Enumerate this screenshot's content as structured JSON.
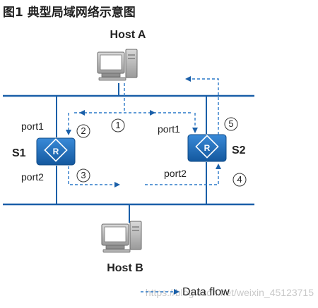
{
  "figure": {
    "title": "图1 典型局域网络示意图"
  },
  "hosts": {
    "host_a": "Host A",
    "host_b": "Host B"
  },
  "switches": {
    "s1": {
      "label": "S1",
      "port_top": "port1",
      "port_bottom": "port2",
      "glyph": "R"
    },
    "s2": {
      "label": "S2",
      "port_top": "port1",
      "port_bottom": "port2",
      "glyph": "R"
    }
  },
  "steps": [
    "1",
    "2",
    "3",
    "4",
    "5"
  ],
  "legend": {
    "label": "Data flow"
  },
  "watermark": {
    "text": "https://blog.csdn.net/weixin_45123715"
  },
  "icons": {
    "host": "desktop-computer-icon",
    "switch": "router-icon"
  },
  "colors": {
    "line": "#1a5fa8",
    "flow": "#2a78c8",
    "switch_fill": "#1f6fc2"
  }
}
